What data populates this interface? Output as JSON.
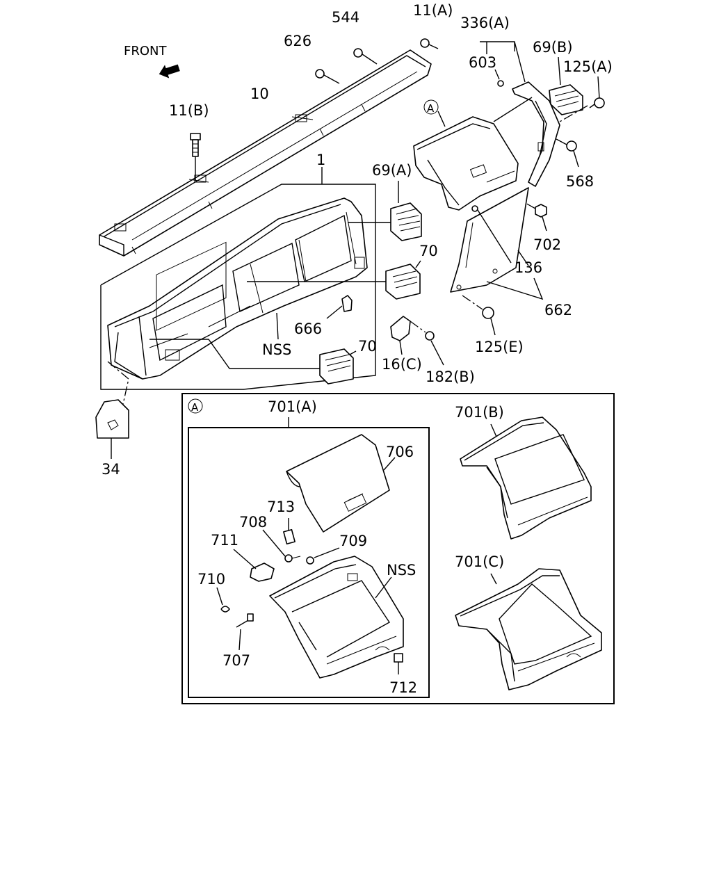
{
  "front_label": "FRONT",
  "section_marker": "A",
  "labels": {
    "l544": "544",
    "l11a": "11(A)",
    "l336a": "336(A)",
    "l626": "626",
    "l603": "603",
    "l69b": "69(B)",
    "l125a": "125(A)",
    "l10": "10",
    "l11b": "11(B)",
    "l1": "1",
    "l69a": "69(A)",
    "l568": "568",
    "l702": "702",
    "l70_top": "70",
    "l136": "136",
    "l662": "662",
    "l666": "666",
    "l125e": "125(E)",
    "l nss_top": "",
    "lnss_top": "NSS",
    "l70_bot": "70",
    "l16c": "16(C)",
    "l182b": "182(B)",
    "l34": "34",
    "l701a": "701(A)",
    "l701b": "701(B)",
    "l701c": "701(C)",
    "l706": "706",
    "l713": "713",
    "l708": "708",
    "l711": "711",
    "l709": "709",
    "l710": "710",
    "lnss_box": "NSS",
    "l707": "707",
    "l712": "712"
  }
}
